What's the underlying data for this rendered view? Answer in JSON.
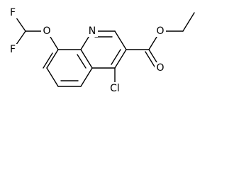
{
  "atoms": {
    "fluorine_top": "F",
    "fluorine_bottom": "F",
    "ether_oxygen": "O",
    "ring_nitrogen": "N",
    "chlorine": "Cl",
    "carbonyl_oxygen": "O",
    "ester_oxygen": "O"
  }
}
